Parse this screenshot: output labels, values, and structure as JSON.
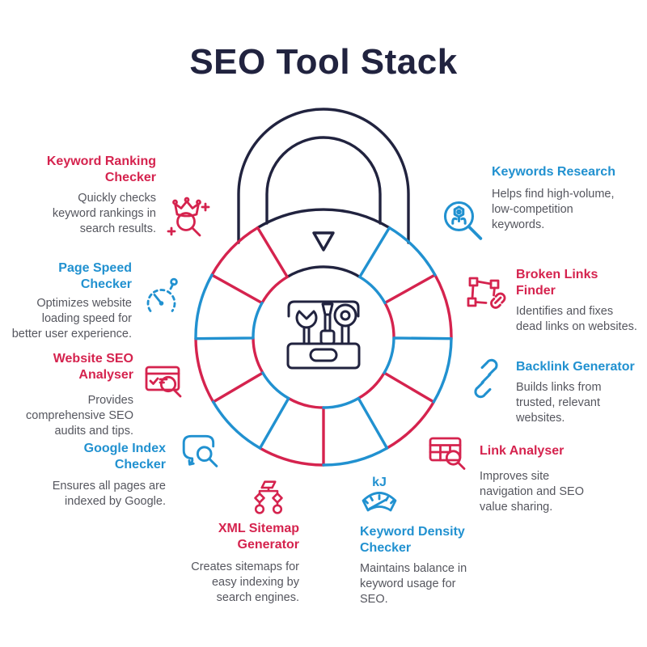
{
  "title": "SEO Tool Stack",
  "colors": {
    "red": "#D5234E",
    "blue": "#2191D0",
    "navy": "#21233F",
    "body_text": "#55565E",
    "background": "#FFFFFF"
  },
  "center_graphic": {
    "name": "padlock-tool-wheel",
    "segments": 10,
    "center_icon": "toolbox-icon",
    "pointer": "triangle-down"
  },
  "items": [
    {
      "id": "keyword-ranking-checker",
      "color": "red",
      "icon": "crown-search-icon",
      "title": "Keyword Ranking\nChecker",
      "desc": "Quickly checks\nkeyword rankings in\nsearch results."
    },
    {
      "id": "page-speed-checker",
      "color": "blue",
      "icon": "speedometer-icon",
      "title": "Page Speed\nChecker",
      "desc": "Optimizes website\nloading speed for\nbetter user experience."
    },
    {
      "id": "website-seo-analyser",
      "color": "red",
      "icon": "browser-audit-icon",
      "title": "Website SEO\nAnalyser",
      "desc": "Provides\ncomprehensive SEO\naudits and tips."
    },
    {
      "id": "google-index-checker",
      "color": "blue",
      "icon": "chat-search-icon",
      "title": "Google Index\nChecker",
      "desc": "Ensures all pages are\nindexed by Google."
    },
    {
      "id": "keywords-research",
      "color": "blue",
      "icon": "key-search-icon",
      "title": "Keywords Research",
      "desc": "Helps find high-volume,\nlow-competition\nkeywords."
    },
    {
      "id": "broken-links-finder",
      "color": "red",
      "icon": "broken-link-icon",
      "title": "Broken Links\nFinder",
      "desc": "Identifies and fixes\ndead links on websites."
    },
    {
      "id": "backlink-generator",
      "color": "blue",
      "icon": "chain-link-icon",
      "title": "Backlink Generator",
      "desc": "Builds links from\ntrusted, relevant\nwebsites."
    },
    {
      "id": "link-analyser",
      "color": "red",
      "icon": "table-search-icon",
      "title": "Link Analyser",
      "desc": "Improves site\nnavigation and SEO\nvalue sharing."
    },
    {
      "id": "xml-sitemap-generator",
      "color": "red",
      "icon": "sitemap-icon",
      "title": "XML Sitemap\nGenerator",
      "desc": "Creates sitemaps for\neasy indexing by\nsearch engines."
    },
    {
      "id": "keyword-density-checker",
      "color": "blue",
      "icon": "gauge-kj-icon",
      "icon_text": "kJ",
      "title": "Keyword Density\nChecker",
      "desc": "Maintains balance in\nkeyword usage for\nSEO."
    }
  ]
}
